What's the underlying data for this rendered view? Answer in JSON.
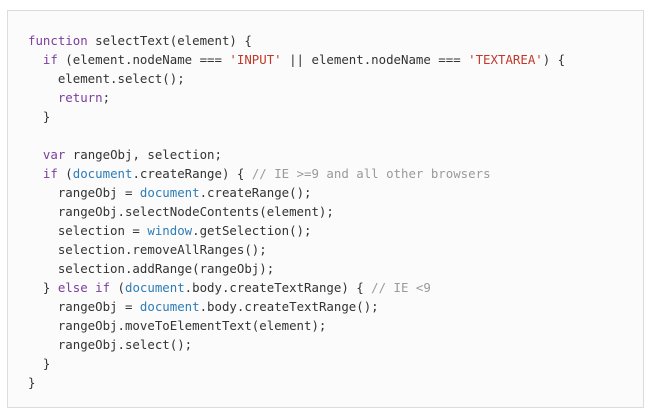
{
  "code": {
    "language": "javascript",
    "lines": [
      [
        {
          "text": "function",
          "type": "keyword"
        },
        {
          "text": " selectText",
          "type": "plain"
        },
        {
          "text": "(element) {",
          "type": "plain"
        }
      ],
      [
        {
          "text": "  ",
          "type": "plain"
        },
        {
          "text": "if",
          "type": "keyword"
        },
        {
          "text": " (element.nodeName === ",
          "type": "plain"
        },
        {
          "text": "'INPUT'",
          "type": "string"
        },
        {
          "text": " || element.nodeName === ",
          "type": "plain"
        },
        {
          "text": "'TEXTAREA'",
          "type": "string"
        },
        {
          "text": ") {",
          "type": "plain"
        }
      ],
      [
        {
          "text": "    element.select();",
          "type": "plain"
        }
      ],
      [
        {
          "text": "    ",
          "type": "plain"
        },
        {
          "text": "return",
          "type": "keyword"
        },
        {
          "text": ";",
          "type": "plain"
        }
      ],
      [
        {
          "text": "  }",
          "type": "plain"
        }
      ],
      [
        {
          "text": "",
          "type": "plain"
        }
      ],
      [
        {
          "text": "  ",
          "type": "plain"
        },
        {
          "text": "var",
          "type": "keyword"
        },
        {
          "text": " rangeObj, selection;",
          "type": "plain"
        }
      ],
      [
        {
          "text": "  ",
          "type": "plain"
        },
        {
          "text": "if",
          "type": "keyword"
        },
        {
          "text": " (",
          "type": "plain"
        },
        {
          "text": "document",
          "type": "builtin"
        },
        {
          "text": ".createRange) { ",
          "type": "plain"
        },
        {
          "text": "// IE >=9 and all other browsers",
          "type": "comment"
        }
      ],
      [
        {
          "text": "    rangeObj = ",
          "type": "plain"
        },
        {
          "text": "document",
          "type": "builtin"
        },
        {
          "text": ".createRange();",
          "type": "plain"
        }
      ],
      [
        {
          "text": "    rangeObj.selectNodeContents(element);",
          "type": "plain"
        }
      ],
      [
        {
          "text": "    selection = ",
          "type": "plain"
        },
        {
          "text": "window",
          "type": "builtin"
        },
        {
          "text": ".getSelection();",
          "type": "plain"
        }
      ],
      [
        {
          "text": "    selection.removeAllRanges();",
          "type": "plain"
        }
      ],
      [
        {
          "text": "    selection.addRange(rangeObj);",
          "type": "plain"
        }
      ],
      [
        {
          "text": "  } ",
          "type": "plain"
        },
        {
          "text": "else if",
          "type": "keyword"
        },
        {
          "text": " (",
          "type": "plain"
        },
        {
          "text": "document",
          "type": "builtin"
        },
        {
          "text": ".body.createTextRange) { ",
          "type": "plain"
        },
        {
          "text": "// IE <9",
          "type": "comment"
        }
      ],
      [
        {
          "text": "    rangeObj = ",
          "type": "plain"
        },
        {
          "text": "document",
          "type": "builtin"
        },
        {
          "text": ".body.createTextRange();",
          "type": "plain"
        }
      ],
      [
        {
          "text": "    rangeObj.moveToElementText(element);",
          "type": "plain"
        }
      ],
      [
        {
          "text": "    rangeObj.select();",
          "type": "plain"
        }
      ],
      [
        {
          "text": "  }",
          "type": "plain"
        }
      ],
      [
        {
          "text": "}",
          "type": "plain"
        }
      ]
    ]
  },
  "colors": {
    "panel_background": "#fbfbfb",
    "panel_border": "#dcdcdc",
    "plain_text": "#333333",
    "keyword": "#7a3e9d",
    "string": "#c0392b",
    "builtin": "#2e7db7",
    "comment": "#9a9a9a"
  }
}
